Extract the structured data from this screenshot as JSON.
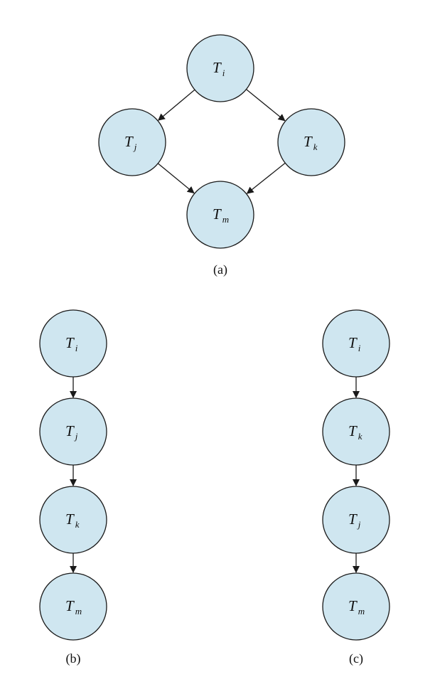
{
  "diagram": {
    "colors": {
      "node_fill": "#cfe6f0",
      "stroke": "#1a1a1a"
    },
    "panels": [
      {
        "id": "a",
        "caption": "(a)",
        "layout": "diamond",
        "nodes": [
          {
            "id": "Ti",
            "main": "T",
            "sub": "i"
          },
          {
            "id": "Tj",
            "main": "T",
            "sub": "j"
          },
          {
            "id": "Tk",
            "main": "T",
            "sub": "k"
          },
          {
            "id": "Tm",
            "main": "T",
            "sub": "m"
          }
        ],
        "edges": [
          {
            "from": "Ti",
            "to": "Tj"
          },
          {
            "from": "Ti",
            "to": "Tk"
          },
          {
            "from": "Tj",
            "to": "Tm"
          },
          {
            "from": "Tk",
            "to": "Tm"
          }
        ]
      },
      {
        "id": "b",
        "caption": "(b)",
        "layout": "chain",
        "nodes": [
          {
            "id": "Ti",
            "main": "T",
            "sub": "i"
          },
          {
            "id": "Tj",
            "main": "T",
            "sub": "j"
          },
          {
            "id": "Tk",
            "main": "T",
            "sub": "k"
          },
          {
            "id": "Tm",
            "main": "T",
            "sub": "m"
          }
        ],
        "edges": [
          {
            "from": "Ti",
            "to": "Tj"
          },
          {
            "from": "Tj",
            "to": "Tk"
          },
          {
            "from": "Tk",
            "to": "Tm"
          }
        ]
      },
      {
        "id": "c",
        "caption": "(c)",
        "layout": "chain",
        "nodes": [
          {
            "id": "Ti",
            "main": "T",
            "sub": "i"
          },
          {
            "id": "Tk",
            "main": "T",
            "sub": "k"
          },
          {
            "id": "Tj",
            "main": "T",
            "sub": "j"
          },
          {
            "id": "Tm",
            "main": "T",
            "sub": "m"
          }
        ],
        "edges": [
          {
            "from": "Ti",
            "to": "Tk"
          },
          {
            "from": "Tk",
            "to": "Tj"
          },
          {
            "from": "Tj",
            "to": "Tm"
          }
        ]
      }
    ]
  }
}
